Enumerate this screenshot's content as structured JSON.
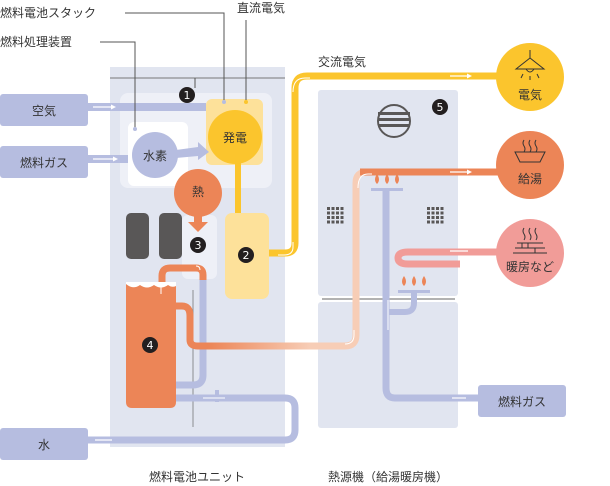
{
  "callouts": {
    "stack": "燃料電池スタック",
    "processor": "燃料処理装置",
    "dc": "直流電気",
    "ac": "交流電気"
  },
  "inputs": {
    "air": "空気",
    "fuel_gas_left": "燃料ガス",
    "water": "水",
    "fuel_gas_right": "燃料ガス"
  },
  "nodes": {
    "hydrogen": "水素",
    "generation": "発電",
    "heat": "熱"
  },
  "markers": [
    "1",
    "2",
    "3",
    "4",
    "5"
  ],
  "outputs": {
    "electricity": "電気",
    "hot_water": "給湯",
    "heating": "暖房など"
  },
  "captions": {
    "fuel_cell_unit": "燃料電池ユニット",
    "heat_source": "熱源機（給湯暖房機）"
  },
  "colors": {
    "panel": "#e1e5f0",
    "input_box": "#b6bde0",
    "pipe_blue": "#b6bde0",
    "yellow": "#fbc52d",
    "yellow_light": "#fde19a",
    "orange": "#ec8557",
    "pink": "#f19c98",
    "peach": "#f7cdb6",
    "dark": "#231f20"
  }
}
